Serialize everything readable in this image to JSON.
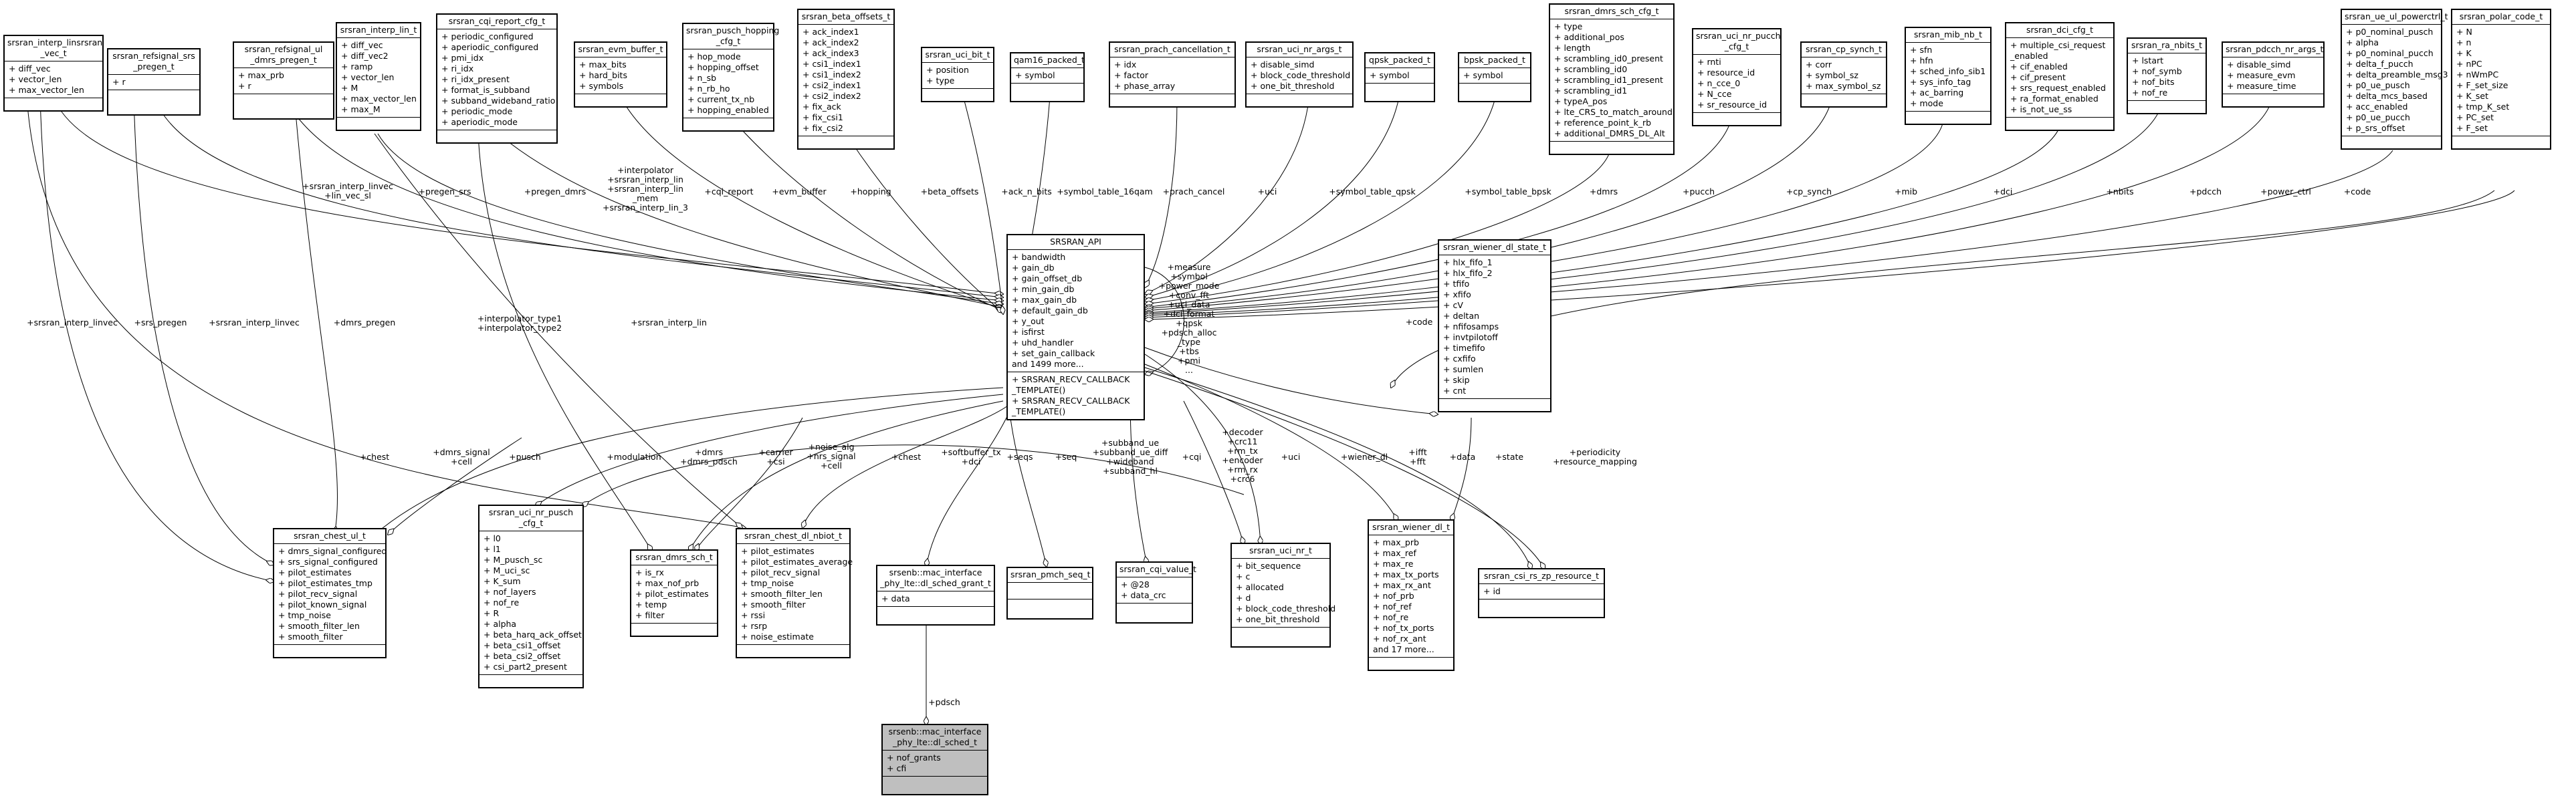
{
  "classes": [
    {
      "id": "interp_linsrsran",
      "title": "srsran_interp_linsrsran\n_vec_t",
      "attrs": [
        "+ diff_vec",
        "+ vector_len",
        "+ max_vector_len"
      ],
      "ops": []
    },
    {
      "id": "refsignal_srs",
      "title": "srsran_refsignal_srs\n_pregen_t",
      "attrs": [
        "+ r"
      ],
      "ops": []
    },
    {
      "id": "refsignal_ul",
      "title": "srsran_refsignal_ul\n_dmrs_pregen_t",
      "attrs": [
        "+ max_prb",
        "+ r"
      ],
      "ops": []
    },
    {
      "id": "interp_lin",
      "title": "srsran_interp_lin_t",
      "attrs": [
        "+ diff_vec",
        "+ diff_vec2",
        "+ ramp",
        "+ vector_len",
        "+ M",
        "+ max_vector_len",
        "+ max_M"
      ],
      "ops": []
    },
    {
      "id": "cqi_report_cfg",
      "title": "srsran_cqi_report_cfg_t",
      "attrs": [
        "+ periodic_configured",
        "+ aperiodic_configured",
        "+ pmi_idx",
        "+ ri_idx",
        "+ ri_idx_present",
        "+ format_is_subband",
        "+ subband_wideband_ratio",
        "+ periodic_mode",
        "+ aperiodic_mode"
      ],
      "ops": []
    },
    {
      "id": "evm_buffer",
      "title": "srsran_evm_buffer_t",
      "attrs": [
        "+ max_bits",
        "+ hard_bits",
        "+ symbols"
      ],
      "ops": []
    },
    {
      "id": "pusch_hopping",
      "title": "srsran_pusch_hopping\n_cfg_t",
      "attrs": [
        "+ hop_mode",
        "+ hopping_offset",
        "+ n_sb",
        "+ n_rb_ho",
        "+ current_tx_nb",
        "+ hopping_enabled"
      ],
      "ops": []
    },
    {
      "id": "beta_offsets",
      "title": "srsran_beta_offsets_t",
      "attrs": [
        "+ ack_index1",
        "+ ack_index2",
        "+ ack_index3",
        "+ csi1_index1",
        "+ csi1_index2",
        "+ csi2_index1",
        "+ csi2_index2",
        "+ fix_ack",
        "+ fix_csi1",
        "+ fix_csi2"
      ],
      "ops": []
    },
    {
      "id": "uci_bit",
      "title": "srsran_uci_bit_t",
      "attrs": [
        "+ position",
        "+ type"
      ],
      "ops": []
    },
    {
      "id": "qam16_packed",
      "title": "qam16_packed_t",
      "attrs": [
        "+ symbol"
      ],
      "ops": []
    },
    {
      "id": "prach_cancel",
      "title": "srsran_prach_cancellation_t",
      "attrs": [
        "+ idx",
        "+ factor",
        "+ phase_array"
      ],
      "ops": []
    },
    {
      "id": "uci_nr_args",
      "title": "srsran_uci_nr_args_t",
      "attrs": [
        "+ disable_simd",
        "+ block_code_threshold",
        "+ one_bit_threshold"
      ],
      "ops": []
    },
    {
      "id": "qpsk_packed",
      "title": "qpsk_packed_t",
      "attrs": [
        "+ symbol"
      ],
      "ops": []
    },
    {
      "id": "bpsk_packed",
      "title": "bpsk_packed_t",
      "attrs": [
        "+ symbol"
      ],
      "ops": []
    },
    {
      "id": "dmrs_sch_cfg",
      "title": "srsran_dmrs_sch_cfg_t",
      "attrs": [
        "+ type",
        "+ additional_pos",
        "+ length",
        "+ scrambling_id0_present",
        "+ scrambling_id0",
        "+ scrambling_id1_present",
        "+ scrambling_id1",
        "+ typeA_pos",
        "+ lte_CRS_to_match_around",
        "+ reference_point_k_rb",
        "+ additional_DMRS_DL_Alt"
      ],
      "ops": []
    },
    {
      "id": "uci_nr_pucch",
      "title": "srsran_uci_nr_pucch\n_cfg_t",
      "attrs": [
        "+ rnti",
        "+ resource_id",
        "+ n_cce_0",
        "+ N_cce",
        "+ sr_resource_id"
      ],
      "ops": []
    },
    {
      "id": "cp_synch",
      "title": "srsran_cp_synch_t",
      "attrs": [
        "+ corr",
        "+ symbol_sz",
        "+ max_symbol_sz"
      ],
      "ops": []
    },
    {
      "id": "mib_nb",
      "title": "srsran_mib_nb_t",
      "attrs": [
        "+ sfn",
        "+ hfn",
        "+ sched_info_sib1",
        "+ sys_info_tag",
        "+ ac_barring",
        "+ mode"
      ],
      "ops": []
    },
    {
      "id": "dci_cfg",
      "title": "srsran_dci_cfg_t",
      "attrs": [
        "+ multiple_csi_request\n_enabled",
        "+ cif_enabled",
        "+ cif_present",
        "+ srs_request_enabled",
        "+ ra_format_enabled",
        "+ is_not_ue_ss"
      ],
      "ops": []
    },
    {
      "id": "ra_nbits",
      "title": "srsran_ra_nbits_t",
      "attrs": [
        "+ lstart",
        "+ nof_symb",
        "+ nof_bits",
        "+ nof_re"
      ],
      "ops": []
    },
    {
      "id": "pdcch_nr_args",
      "title": "srsran_pdcch_nr_args_t",
      "attrs": [
        "+ disable_simd",
        "+ measure_evm",
        "+ measure_time"
      ],
      "ops": []
    },
    {
      "id": "ue_ul_powerctrl",
      "title": "srsran_ue_ul_powerctrl_t",
      "attrs": [
        "+ p0_nominal_pusch",
        "+ alpha",
        "+ p0_nominal_pucch",
        "+ delta_f_pucch",
        "+ delta_preamble_msg3",
        "+ p0_ue_pusch",
        "+ delta_mcs_based",
        "+ acc_enabled",
        "+ p0_ue_pucch",
        "+ p_srs_offset"
      ],
      "ops": []
    },
    {
      "id": "polar_code",
      "title": "srsran_polar_code_t",
      "attrs": [
        "+ N",
        "+ n",
        "+ K",
        "+ nPC",
        "+ nWmPC",
        "+ F_set_size",
        "+ K_set",
        "+ tmp_K_set",
        "+ PC_set",
        "+ F_set"
      ],
      "ops": []
    },
    {
      "id": "api",
      "title": "SRSRAN_API",
      "attrs": [
        "+ bandwidth",
        "+ gain_db",
        "+ gain_offset_db",
        "+ min_gain_db",
        "+ max_gain_db",
        "+ default_gain_db",
        "+ y_out",
        "+ isfirst",
        "+ uhd_handler",
        "+ set_gain_callback",
        "and 1499 more..."
      ],
      "ops": [
        "+ SRSRAN_RECV_CALLBACK\n_TEMPLATE()",
        "+ SRSRAN_RECV_CALLBACK\n_TEMPLATE()"
      ]
    },
    {
      "id": "wiener_state",
      "title": "srsran_wiener_dl_state_t",
      "attrs": [
        "+ hlx_fifo_1",
        "+ hlx_fifo_2",
        "+ tfifo",
        "+ xfifo",
        "+ cV",
        "+ deltan",
        "+ nfifosamps",
        "+ invtpilotoff",
        "+ timefifo",
        "+ cxfifo",
        "+ sumlen",
        "+ skip",
        "+ cnt"
      ],
      "ops": []
    },
    {
      "id": "chest_ul",
      "title": "srsran_chest_ul_t",
      "attrs": [
        "+ dmrs_signal_configured",
        "+ srs_signal_configured",
        "+ pilot_estimates",
        "+ pilot_estimates_tmp",
        "+ pilot_recv_signal",
        "+ pilot_known_signal",
        "+ tmp_noise",
        "+ smooth_filter_len",
        "+ smooth_filter"
      ],
      "ops": []
    },
    {
      "id": "uci_nr_pusch",
      "title": "srsran_uci_nr_pusch\n_cfg_t",
      "attrs": [
        "+ l0",
        "+ l1",
        "+ M_pusch_sc",
        "+ M_uci_sc",
        "+ K_sum",
        "+ nof_layers",
        "+ nof_re",
        "+ R",
        "+ alpha",
        "+ beta_harq_ack_offset",
        "+ beta_csi1_offset",
        "+ beta_csi2_offset",
        "+ csi_part2_present"
      ],
      "ops": []
    },
    {
      "id": "dmrs_sch",
      "title": "srsran_dmrs_sch_t",
      "attrs": [
        "+ is_rx",
        "+ max_nof_prb",
        "+ pilot_estimates",
        "+ temp",
        "+ filter"
      ],
      "ops": []
    },
    {
      "id": "chest_dl_nbiot",
      "title": "srsran_chest_dl_nbiot_t",
      "attrs": [
        "+ pilot_estimates",
        "+ pilot_estimates_average",
        "+ pilot_recv_signal",
        "+ tmp_noise",
        "+ smooth_filter_len",
        "+ smooth_filter",
        "+ rssi",
        "+ rsrp",
        "+ noise_estimate"
      ],
      "ops": []
    },
    {
      "id": "sched_grant",
      "title": "srsenb::mac_interface\n_phy_lte::dl_sched_grant_t",
      "attrs": [
        "+ data"
      ],
      "ops": []
    },
    {
      "id": "pmch_seq",
      "title": "srsran_pmch_seq_t",
      "attrs": [],
      "ops": []
    },
    {
      "id": "cqi_value",
      "title": "srsran_cqi_value_t",
      "attrs": [
        "+ @28",
        "+ data_crc"
      ],
      "ops": []
    },
    {
      "id": "uci_nr",
      "title": "srsran_uci_nr_t",
      "attrs": [
        "+ bit_sequence",
        "+ c",
        "+ allocated",
        "+ d",
        "+ block_code_threshold",
        "+ one_bit_threshold"
      ],
      "ops": []
    },
    {
      "id": "wiener_dl",
      "title": "srsran_wiener_dl_t",
      "attrs": [
        "+ max_prb",
        "+ max_ref",
        "+ max_re",
        "+ max_tx_ports",
        "+ max_rx_ant",
        "+ nof_prb",
        "+ nof_ref",
        "+ nof_re",
        "+ nof_tx_ports",
        "+ nof_rx_ant",
        "and 17 more..."
      ],
      "ops": []
    },
    {
      "id": "csi_rs_zp",
      "title": "srsran_csi_rs_zp_resource_t",
      "attrs": [
        "+ id"
      ],
      "ops": []
    },
    {
      "id": "dl_sched",
      "title": "srsenb::mac_interface\n_phy_lte::dl_sched_t",
      "attrs": [
        "+ nof_grants",
        "+ cfi"
      ],
      "ops": []
    }
  ],
  "labels": [
    {
      "id": "l_interp_linvec",
      "text": "+srsran_interp_linvec\n+lin_vec_sl"
    },
    {
      "id": "l_pregen_srs",
      "text": "+pregen_srs"
    },
    {
      "id": "l_pregen_dmrs",
      "text": "+pregen_dmrs"
    },
    {
      "id": "l_interpolator",
      "text": "+interpolator\n+srsran_interp_lin\n+srsran_interp_lin\n_mem\n+srsran_interp_lin_3"
    },
    {
      "id": "l_cqi_report",
      "text": "+cqi_report"
    },
    {
      "id": "l_evm_buffer",
      "text": "+evm_buffer"
    },
    {
      "id": "l_hopping",
      "text": "+hopping"
    },
    {
      "id": "l_beta_offsets",
      "text": "+beta_offsets"
    },
    {
      "id": "l_ack_n_bits",
      "text": "+ack_n_bits"
    },
    {
      "id": "l_symbol_table_16qam",
      "text": "+symbol_table_16qam"
    },
    {
      "id": "l_prach_cancel",
      "text": "+prach_cancel"
    },
    {
      "id": "l_uci",
      "text": "+uci"
    },
    {
      "id": "l_symbol_table_qpsk",
      "text": "+symbol_table_qpsk"
    },
    {
      "id": "l_symbol_table_bpsk",
      "text": "+symbol_table_bpsk"
    },
    {
      "id": "l_dmrs",
      "text": "+dmrs"
    },
    {
      "id": "l_pucch",
      "text": "+pucch"
    },
    {
      "id": "l_cp_synch",
      "text": "+cp_synch"
    },
    {
      "id": "l_mib",
      "text": "+mib"
    },
    {
      "id": "l_dci",
      "text": "+dci"
    },
    {
      "id": "l_nbits",
      "text": "+nbits"
    },
    {
      "id": "l_pdcch",
      "text": "+pdcch"
    },
    {
      "id": "l_power_ctrl",
      "text": "+power_ctrl"
    },
    {
      "id": "l_code",
      "text": "+code"
    },
    {
      "id": "l_code2",
      "text": "+code"
    },
    {
      "id": "l_measure",
      "text": "+measure\n+symbol\n+power_mode\n+conv_fft\n+uci_data\n+dci_format\n+qpsk\n+pdsch_alloc\n_type\n+tbs\n+pmi\n..."
    },
    {
      "id": "l_interp_linvec2",
      "text": "+srsran_interp_linvec"
    },
    {
      "id": "l_srs_pregen",
      "text": "+srs_pregen"
    },
    {
      "id": "l_interp_linvec3",
      "text": "+srsran_interp_linvec"
    },
    {
      "id": "l_dmrs_pregen",
      "text": "+dmrs_pregen"
    },
    {
      "id": "l_interpolator_types",
      "text": "+interpolator_type1\n+interpolator_type2"
    },
    {
      "id": "l_interp_lin",
      "text": "+srsran_interp_lin"
    },
    {
      "id": "l_chest",
      "text": "+chest"
    },
    {
      "id": "l_dmrs_signal",
      "text": "+dmrs_signal\n+cell"
    },
    {
      "id": "l_pusch",
      "text": "+pusch"
    },
    {
      "id": "l_modulation",
      "text": "+modulation"
    },
    {
      "id": "l_dmrs_pdsch",
      "text": "+dmrs\n+dmrs_pdsch"
    },
    {
      "id": "l_carrier",
      "text": "+carrier\n+csi"
    },
    {
      "id": "l_noise_alg",
      "text": "+noise_alg\n+nrs_signal\n+cell"
    },
    {
      "id": "l_chest2",
      "text": "+chest"
    },
    {
      "id": "l_softbuffer",
      "text": "+softbuffer_tx\n+dci"
    },
    {
      "id": "l_seqs",
      "text": "+seqs"
    },
    {
      "id": "l_seq",
      "text": "+seq"
    },
    {
      "id": "l_subband",
      "text": "+subband_ue\n+subband_ue_diff\n+wideband\n+subband_hl"
    },
    {
      "id": "l_cqi",
      "text": "+cqi"
    },
    {
      "id": "l_decoder",
      "text": "+decoder\n+crc11\n+rm_tx\n+encoder\n+rm_rx\n+crc6"
    },
    {
      "id": "l_uci2",
      "text": "+uci"
    },
    {
      "id": "l_wiener_dl",
      "text": "+wiener_dl"
    },
    {
      "id": "l_ifft",
      "text": "+ifft\n+fft"
    },
    {
      "id": "l_data",
      "text": "+data"
    },
    {
      "id": "l_state",
      "text": "+state"
    },
    {
      "id": "l_periodicity",
      "text": "+periodicity\n+resource_mapping"
    },
    {
      "id": "l_pdsch",
      "text": "+pdsch"
    }
  ]
}
